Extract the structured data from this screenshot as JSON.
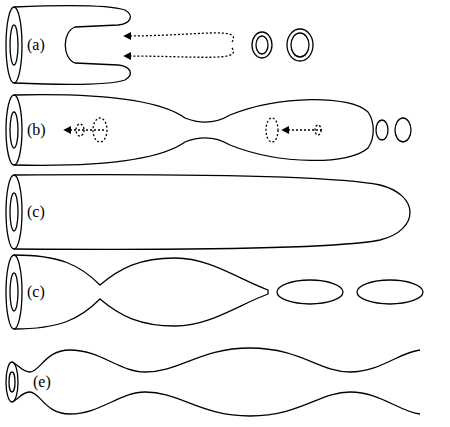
{
  "diagram": {
    "nodes": [
      {
        "text": [
          "(a)"
        ]
      },
      {
        "text": [
          "(b)"
        ]
      },
      {
        "text": [
          "(c)"
        ]
      },
      {
        "text": [
          "(c)"
        ]
      },
      {
        "text": [
          "(e)"
        ]
      }
    ]
  }
}
